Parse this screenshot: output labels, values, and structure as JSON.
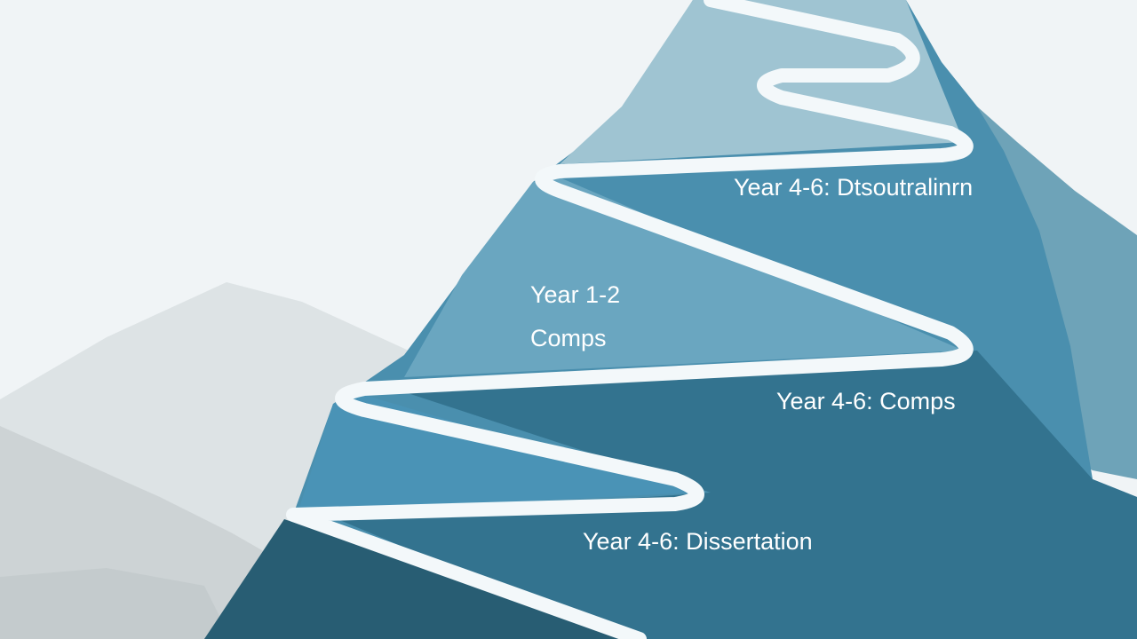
{
  "labels": {
    "top": "Year 4-6: Dtsoutralinrn",
    "upper_left_line1": "Year 1-2",
    "upper_left_line2": "Comps",
    "middle": "Year 4-6:  Comps",
    "bottom": "Year 4-6: Dissertation"
  },
  "colors": {
    "background": "#f0f4f6",
    "peak_light": "#9fc4d2",
    "mountain_mid": "#6aa6c0",
    "mountain_main": "#4a8fae",
    "mountain_dark": "#2f6e8a",
    "mountain_deep": "#285d73",
    "side_ridge": "#6ea3b8",
    "grey_far": "#dde3e5",
    "grey_near": "#cdd3d5",
    "path": "#f3f8fa",
    "text": "#ffffff"
  }
}
